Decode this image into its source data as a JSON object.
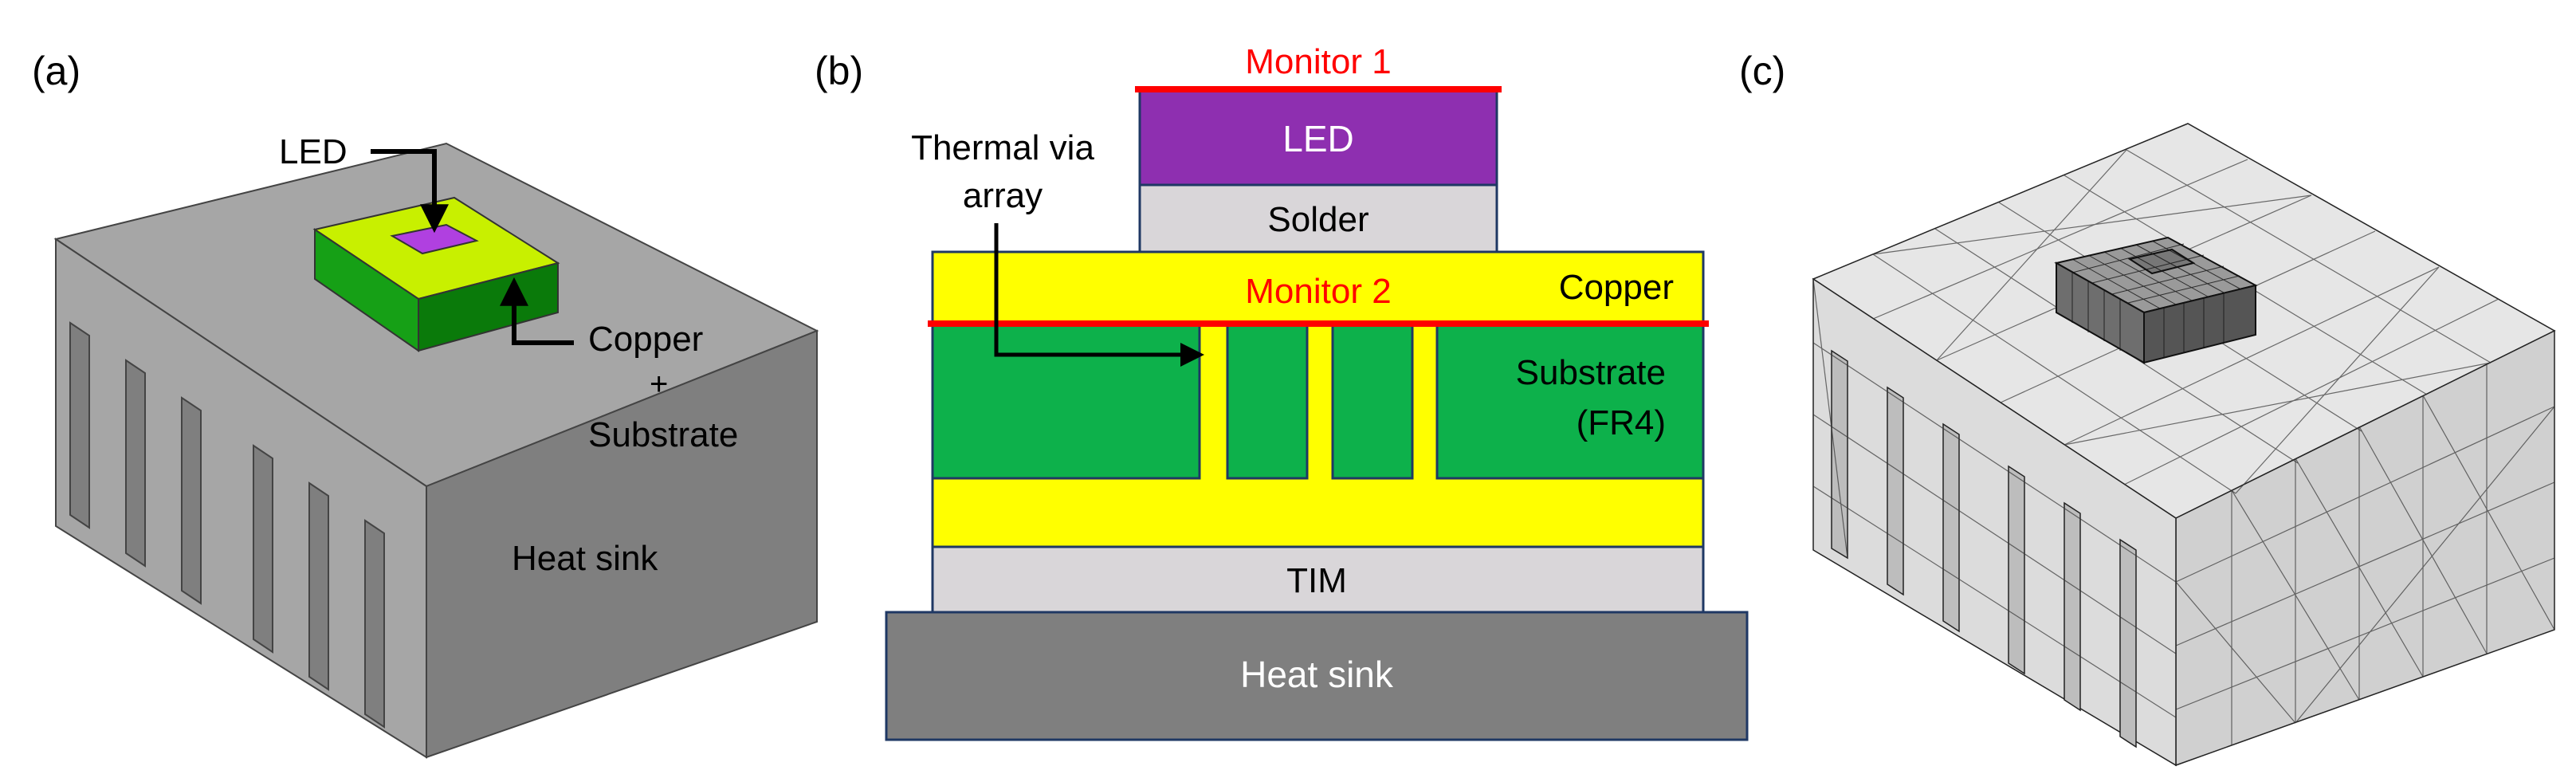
{
  "panels": {
    "a": {
      "label": "(a)",
      "callouts": {
        "led": "LED",
        "copper_line1": "Copper",
        "plus": "+",
        "substrate": "Substrate",
        "heat_sink": "Heat sink"
      }
    },
    "b": {
      "label": "(b)",
      "monitor1": "Monitor 1",
      "monitor2": "Monitor 2",
      "thermal_via_line1": "Thermal via",
      "thermal_via_line2": "array",
      "layers": {
        "led": "LED",
        "solder": "Solder",
        "copper": "Copper",
        "substrate_line1": "Substrate",
        "substrate_line2": "(FR4)",
        "tim": "TIM",
        "heat_sink": "Heat sink"
      }
    },
    "c": {
      "label": "(c)"
    }
  },
  "colors": {
    "led": "#8E2FB0",
    "copper": "#FFFF00",
    "substrate": "#0DB14B",
    "solder": "#D9D6D9",
    "tim": "#D9D6D9",
    "heat_sink": "#7F7F7F",
    "heat_sink_light": "#A6A6A6",
    "monitor": "#FF0000",
    "outline": "#1F3864"
  }
}
